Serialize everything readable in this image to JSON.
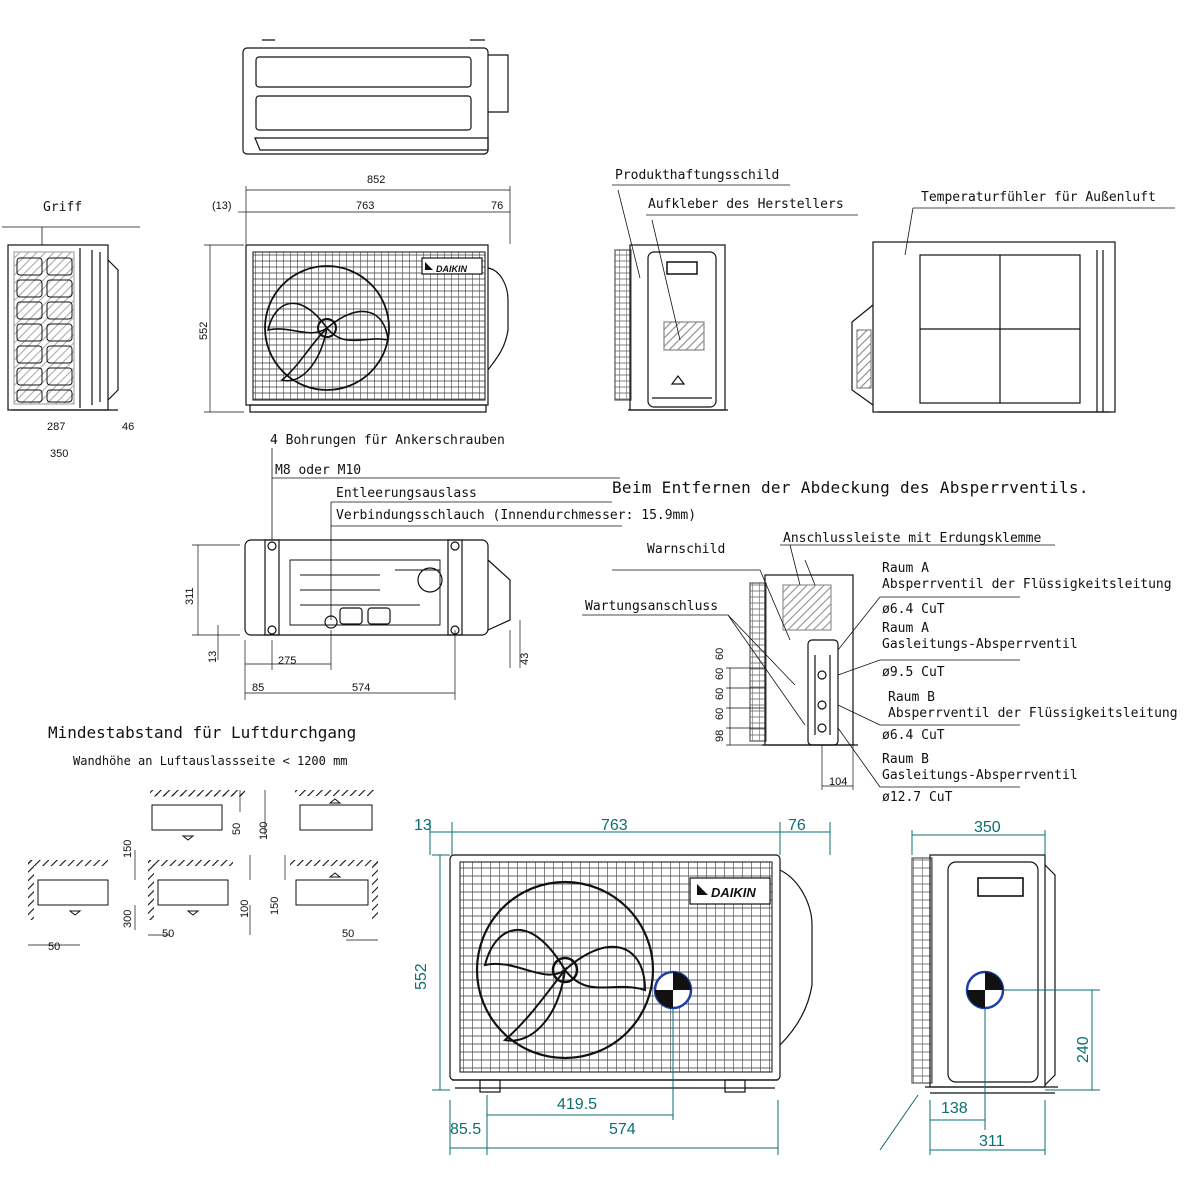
{
  "labels": {
    "griff": "Griff",
    "produkthaftung": "Produkthaftungsschild",
    "aufkleber": "Aufkleber des Herstellers",
    "temperaturfuehler": "Temperaturfühler für Außenluft",
    "bohrungen": "4 Bohrungen für Ankerschrauben",
    "m8": "M8 oder M10",
    "entleerung": "Entleerungsauslass",
    "verbindung": "Verbindungsschlauch (Innendurchmesser: 15.9mm)",
    "beim_entfernen": "Beim Entfernen der Abdeckung des Absperrventils.",
    "anschlussleiste": "Anschlussleiste mit Erdungsklemme",
    "warnschild": "Warnschild",
    "wartung": "Wartungsanschluss",
    "raum_a_1": "Raum A",
    "absperr_fluessig_a": "Absperrventil der Flüssigkeitsleitung",
    "d64_a": "ø6.4 CuT",
    "raum_a_2": "Raum A",
    "gas_a": "Gasleitungs-Absperrventil",
    "d95": "ø9.5 CuT",
    "raum_b_1": "Raum B",
    "absperr_fluessig_b": "Absperrventil der Flüssigkeitsleitung",
    "d64_b": "ø6.4 CuT",
    "raum_b_2": "Raum B",
    "gas_b": "Gasleitungs-Absperrventil",
    "d127": "ø12.7 CuT",
    "mindestabstand": "Mindestabstand für Luftdurchgang",
    "wandhoehe": "Wandhöhe an Luftauslassseite < 1200 mm",
    "brand": "DAIKIN"
  },
  "dims": {
    "d852": "852",
    "d13p": "(13)",
    "d763": "763",
    "d76": "76",
    "d552": "552",
    "d287": "287",
    "d46": "46",
    "d350": "350",
    "d311": "311",
    "d13": "13",
    "d275": "275",
    "d85": "85",
    "d574": "574",
    "d43": "43",
    "d104": "104",
    "d98": "98",
    "d60a": "60",
    "d60b": "60",
    "d60c": "60",
    "d60d": "60",
    "c50a": "50",
    "c100a": "100",
    "c150a": "150",
    "c300": "300",
    "c50b": "50",
    "c100b": "100",
    "c150b": "150",
    "c50c": "50",
    "c50d": "50",
    "b13": "13",
    "b763": "763",
    "b76": "76",
    "b552": "552",
    "b4195": "419.5",
    "b855": "85.5",
    "b574": "574",
    "b350": "350",
    "b240": "240",
    "b138": "138",
    "b311": "311"
  }
}
